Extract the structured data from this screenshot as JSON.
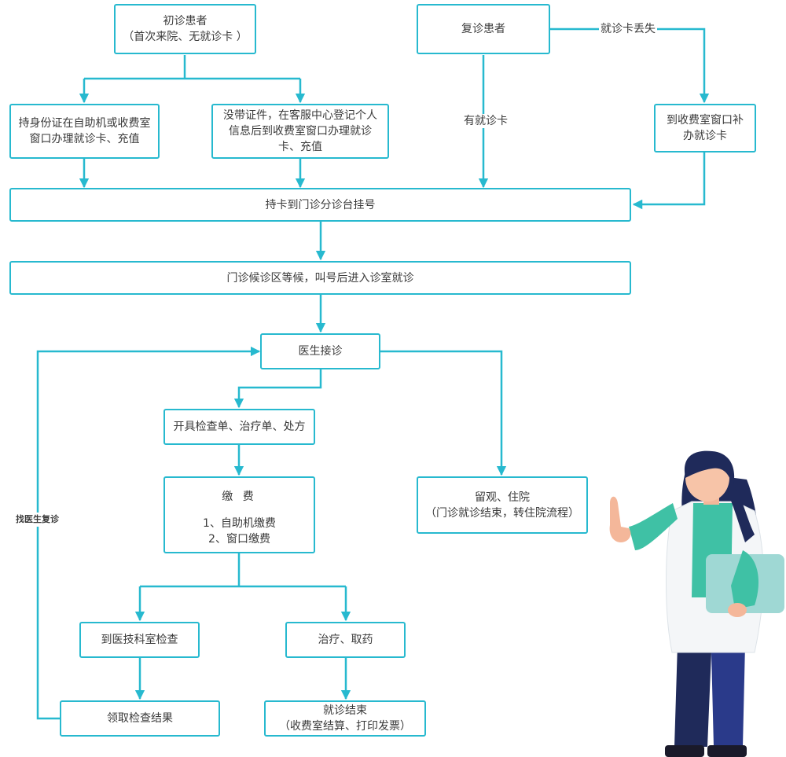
{
  "colors": {
    "accent": "#27b9cf",
    "text": "#3a3a3a"
  },
  "nodes": {
    "first_visit": {
      "title": "初诊患者",
      "sub": "（首次来院、无就诊卡 ）"
    },
    "return_visit": {
      "title": "复诊患者"
    },
    "id_card_register": {
      "line1": "持身份证在自助机或收费室",
      "line2": "窗口办理就诊卡、充值"
    },
    "no_id_register": {
      "line1": "没带证件，在客服中心登记个人",
      "line2": "信息后到收费室窗口办理就诊",
      "line3": "卡、充值"
    },
    "replace_card": {
      "line1": "到收费室窗口补",
      "line2": "办就诊卡"
    },
    "registration": {
      "text": "持卡到门诊分诊台挂号"
    },
    "waiting": {
      "text": "门诊候诊区等候，叫号后进入诊室就诊"
    },
    "doctor": {
      "text": "医生接诊"
    },
    "orders": {
      "text": "开具检查单、治疗单、处方"
    },
    "payment": {
      "title": "缴 费",
      "items": [
        "1、自助机缴费",
        "2、窗口缴费"
      ]
    },
    "observe": {
      "line1": "留观、住院",
      "line2": "（门诊就诊结束，转住院流程）"
    },
    "exam": {
      "text": "到医技科室检查"
    },
    "treatment": {
      "text": "治疗、取药"
    },
    "results": {
      "text": "领取检查结果"
    },
    "finish": {
      "line1": "就诊结束",
      "line2": "（收费室结算、打印发票）"
    }
  },
  "edge_labels": {
    "card_lost": "就诊卡丢失",
    "has_card": "有就诊卡",
    "revisit_doctor": "找医生复诊"
  }
}
